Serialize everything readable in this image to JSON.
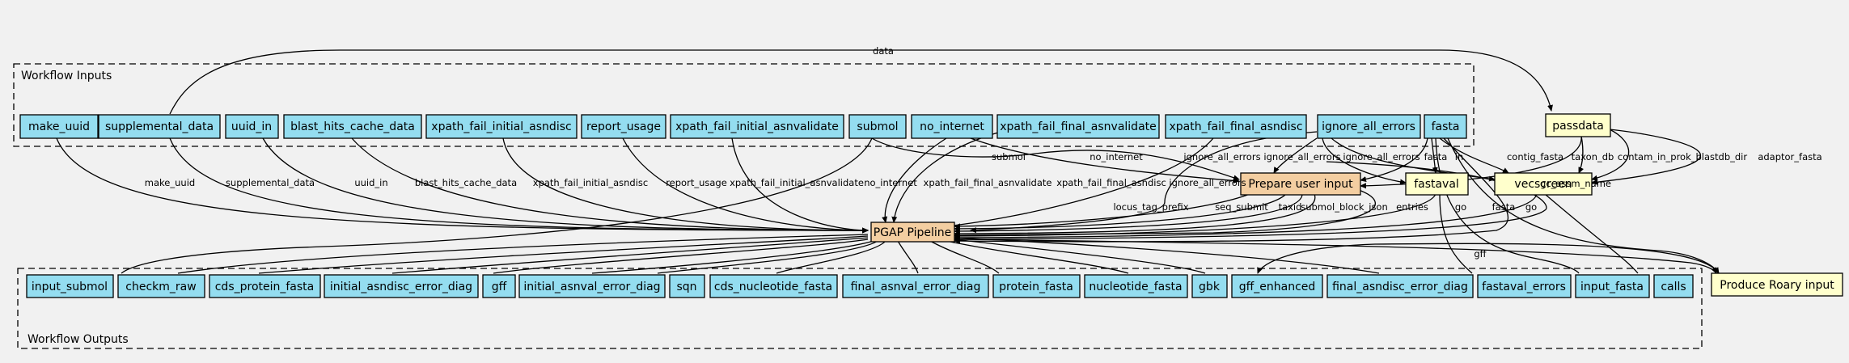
{
  "clusters": {
    "inputs": "Workflow Inputs",
    "outputs": "Workflow Outputs"
  },
  "colors": {
    "io": "#94ddf0",
    "step": "#ffffcc",
    "subworkflow": "#f3cea1",
    "stroke": "#000000",
    "background": "#f1f1f1"
  },
  "nodes": {
    "make_uuid": "make_uuid",
    "supplemental_data": "supplemental_data",
    "uuid_in": "uuid_in",
    "blast_hits_cache_data": "blast_hits_cache_data",
    "xpath_fail_initial_asndisc": "xpath_fail_initial_asndisc",
    "report_usage": "report_usage",
    "xpath_fail_initial_asnvalidate": "xpath_fail_initial_asnvalidate",
    "submol": "submol",
    "no_internet": "no_internet",
    "xpath_fail_final_asnvalidate": "xpath_fail_final_asnvalidate",
    "xpath_fail_final_asndisc": "xpath_fail_final_asndisc",
    "ignore_all_errors": "ignore_all_errors",
    "fasta": "fasta",
    "passdata": "passdata",
    "prepare_user_input": "Prepare user input",
    "fastaval": "fastaval",
    "vecscreen": "vecscreen",
    "pgap_pipeline": "PGAP Pipeline",
    "produce_roary_input": "Produce Roary input",
    "input_submol": "input_submol",
    "checkm_raw": "checkm_raw",
    "cds_protein_fasta": "cds_protein_fasta",
    "initial_asndisc_error_diag": "initial_asndisc_error_diag",
    "gff": "gff",
    "initial_asnval_error_diag": "initial_asnval_error_diag",
    "sqn": "sqn",
    "cds_nucleotide_fasta": "cds_nucleotide_fasta",
    "final_asnval_error_diag": "final_asnval_error_diag",
    "protein_fasta": "protein_fasta",
    "nucleotide_fasta": "nucleotide_fasta",
    "gbk": "gbk",
    "gff_enhanced": "gff_enhanced",
    "final_asndisc_error_diag": "final_asndisc_error_diag",
    "fastaval_errors": "fastaval_errors",
    "input_fasta": "input_fasta",
    "calls": "calls"
  },
  "edge_labels": {
    "data": "data",
    "make_uuid": "make_uuid",
    "supplemental_data": "supplemental_data",
    "uuid_in": "uuid_in",
    "blast_hits_cache_data": "blast_hits_cache_data",
    "xpath_fail_initial_asndisc": "xpath_fail_initial_asndisc",
    "report_usage": "report_usage",
    "xpath_fail_initial_asnvalidate": "xpath_fail_initial_asnvalidate",
    "no_internet_pgap": "no_internet",
    "submol_prep": "submol",
    "no_internet_prep": "no_internet",
    "xpath_fail_final_asnvalidate": "xpath_fail_final_asnvalidate",
    "xpath_fail_final_asndisc": "xpath_fail_final_asndisc",
    "ignore_all_errors_pgap": "ignore_all_errors",
    "ignore_all_errors_prep": "ignore_all_errors",
    "ignore_all_errors_fv": "ignore_all_errors",
    "ignore_all_errors_vs": "ignore_all_errors",
    "fasta_prep": "fasta",
    "fasta_in": "in",
    "contig_fasta": "contig_fasta",
    "taxon_db": "taxon_db",
    "contam_in_prok_blastdb_dir": "contam_in_prok_blastdb_dir",
    "adaptor_fasta": "adaptor_fasta",
    "gc_assm_name": "gc_assm_name",
    "locus_tag_prefix": "locus_tag_prefix",
    "seq_submit": "seq_submit",
    "taxid": "taxid",
    "submol_block_json": "submol_block_json",
    "entries": "entries",
    "go_fastaval": "go",
    "go_vecscreen": "go",
    "fasta_pgap": "fasta",
    "gff_roary": "gff"
  }
}
